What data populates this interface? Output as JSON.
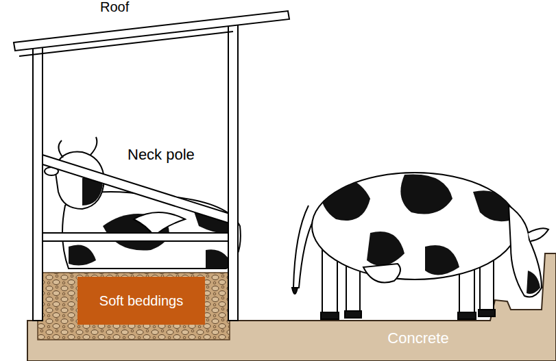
{
  "diagram": {
    "nodes": [
      {
        "text": [
          "Soft beddings"
        ]
      },
      {
        "text": [
          "Concrete"
        ]
      }
    ],
    "labels": [
      "Roof",
      "Neck pole"
    ]
  }
}
